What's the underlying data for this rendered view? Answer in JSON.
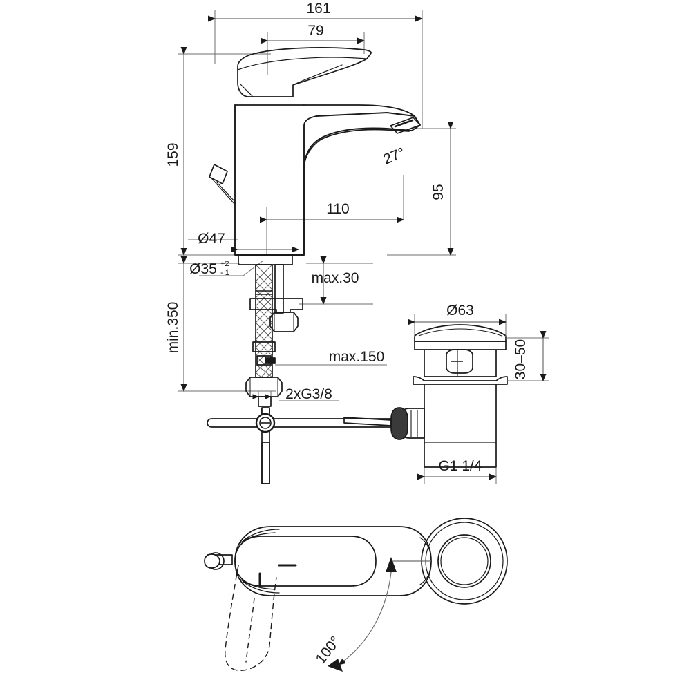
{
  "drawing": {
    "title": "Single-lever basin mixer technical drawing",
    "line_color": "#1a1a1a",
    "dim_line_color": "#6e6e6e",
    "background": "#ffffff"
  },
  "views": {
    "side_elevation": {
      "name": "side-elevation-view",
      "dimensions": {
        "overall_width": "161",
        "lever_width": "79",
        "overall_height": "159",
        "spout_height": "95",
        "spout_reach": "110",
        "spout_angle": "27°",
        "body_diameter": "Ø47",
        "hole_diameter": "Ø35",
        "hole_tolerance_plus": "+2",
        "hole_tolerance_minus": "- 1",
        "install_depth": "min.350",
        "max_thickness": "max.30",
        "hose_length": "max.150",
        "connection_thread": "2xG3/8"
      }
    },
    "waste_assembly": {
      "name": "pop-up-waste-view",
      "dimensions": {
        "flange_diameter": "Ø63",
        "basin_thickness": "30–50",
        "outlet_thread": "G1 1/4"
      }
    },
    "plan_view": {
      "name": "plan-view",
      "dimensions": {
        "swivel_angle": "100°"
      }
    }
  }
}
